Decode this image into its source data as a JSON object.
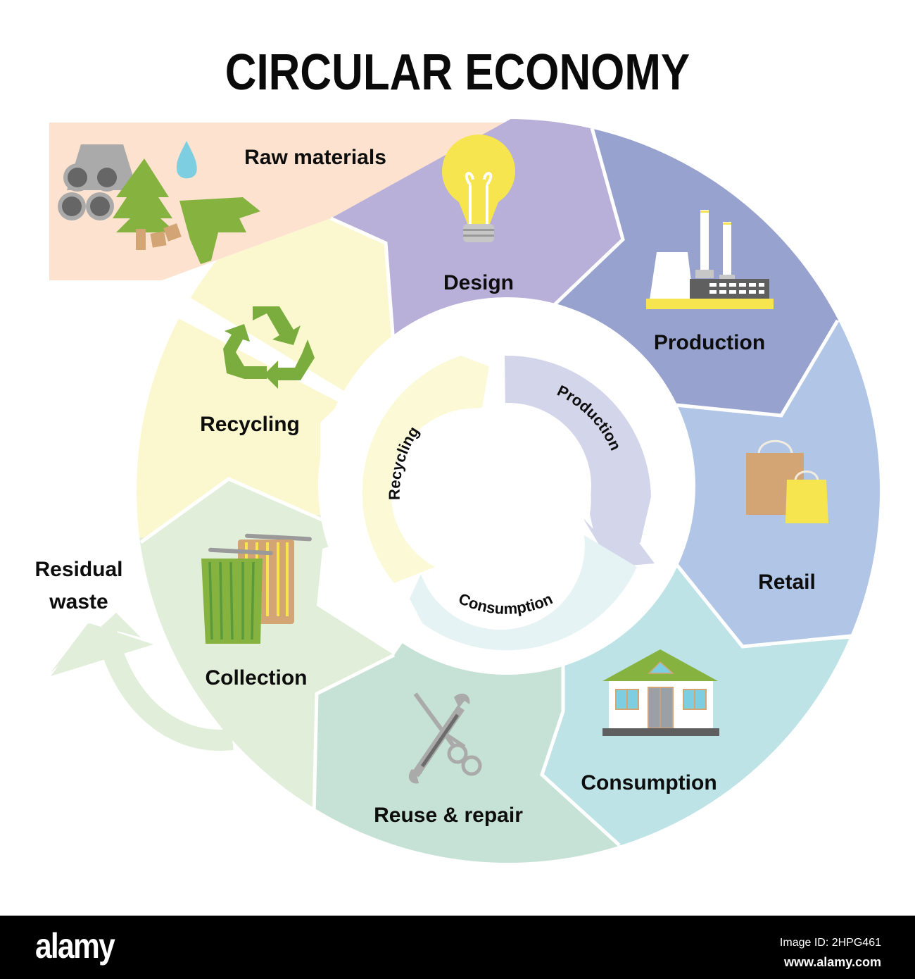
{
  "title": "CIRCULAR ECONOMY",
  "outer_stages": [
    {
      "id": "raw-materials",
      "label": "Raw materials",
      "icon": "raw-materials-icon",
      "color": "#fde3cf"
    },
    {
      "id": "design",
      "label": "Design",
      "icon": "lightbulb-icon",
      "color": "#b8b0d8"
    },
    {
      "id": "production",
      "label": "Production",
      "icon": "factory-icon",
      "color": "#98a2cf"
    },
    {
      "id": "retail",
      "label": "Retail",
      "icon": "shopping-bags-icon",
      "color": "#b1c5e6"
    },
    {
      "id": "consumption",
      "label": "Consumption",
      "icon": "house-icon",
      "color": "#bde3e6"
    },
    {
      "id": "reuse-repair",
      "label": "Reuse & repair",
      "icon": "wrench-scissors-icon",
      "color": "#c6e2d6"
    },
    {
      "id": "collection",
      "label": "Collection",
      "icon": "trash-bins-icon",
      "color": "#e1eed9"
    },
    {
      "id": "recycling",
      "label": "Recycling",
      "icon": "recycle-icon",
      "color": "#fbf8d0"
    }
  ],
  "side_labels": {
    "residual_waste_line1": "Residual",
    "residual_waste_line2": "waste"
  },
  "inner_cycle": [
    {
      "label": "Production",
      "color": "#d3d5ea"
    },
    {
      "label": "Consumption",
      "color": "#e5f3f5"
    },
    {
      "label": "Recycling",
      "color": "#fbf9d6"
    }
  ],
  "footer": {
    "logo": "alamy",
    "image_id": "Image ID: 2HPG461",
    "url": "www.alamy.com"
  }
}
